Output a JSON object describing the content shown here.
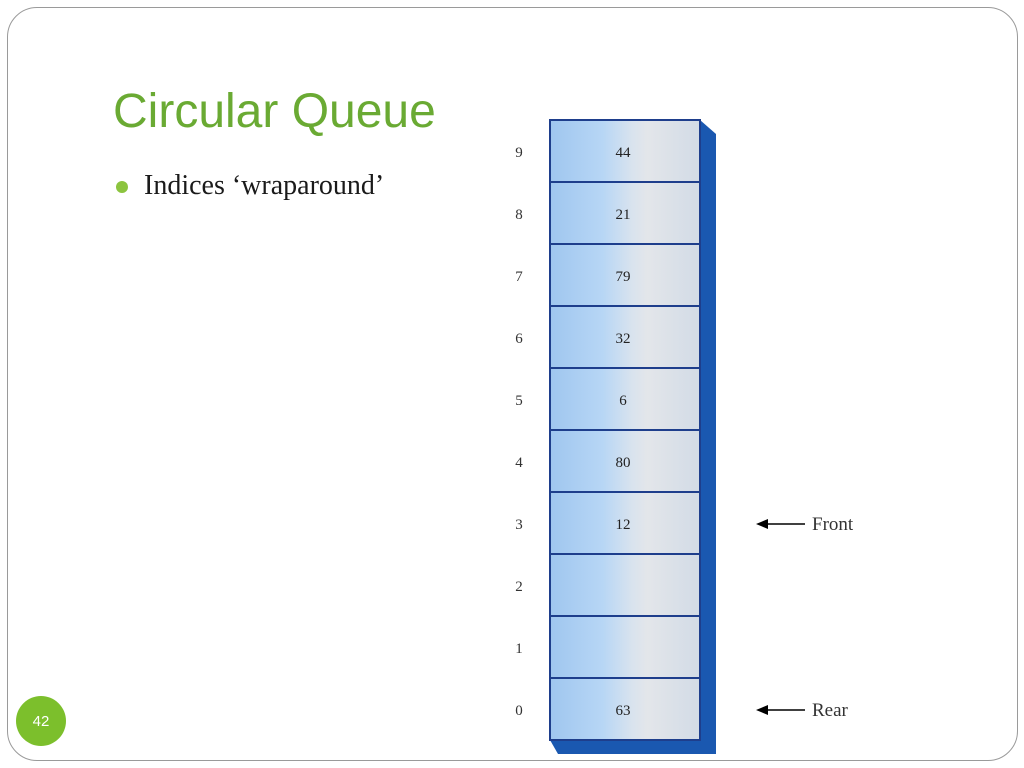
{
  "slide": {
    "title": "Circular Queue",
    "bullets": [
      "Indices ‘wraparound’"
    ],
    "page_number": "42"
  },
  "diagram": {
    "colors": {
      "cell_fill": "#a9cdf2",
      "cell_border": "#1e3e8c",
      "shadow": "#1a58b0",
      "highlight": "#dfe3ea",
      "accent": "#6aaa33"
    },
    "cells": [
      {
        "index": "9",
        "value": "44"
      },
      {
        "index": "8",
        "value": "21"
      },
      {
        "index": "7",
        "value": "79"
      },
      {
        "index": "6",
        "value": "32"
      },
      {
        "index": "5",
        "value": "6"
      },
      {
        "index": "4",
        "value": "80"
      },
      {
        "index": "3",
        "value": "12"
      },
      {
        "index": "2",
        "value": ""
      },
      {
        "index": "1",
        "value": ""
      },
      {
        "index": "0",
        "value": "63"
      }
    ],
    "front_label": "Front",
    "front_index": "3",
    "rear_label": "Rear",
    "rear_index": "0"
  }
}
